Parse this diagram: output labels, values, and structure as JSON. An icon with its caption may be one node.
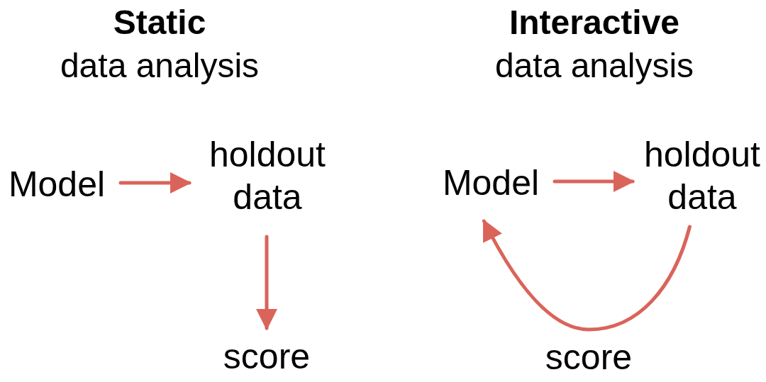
{
  "diagram": {
    "nodes": [
      {
        "text": [
          "Model"
        ]
      },
      {
        "text": [
          "holdout data"
        ]
      },
      {
        "text": [
          "score"
        ]
      },
      {
        "text": [
          "Model"
        ]
      },
      {
        "text": [
          "holdout data"
        ]
      }
    ],
    "edges": [
      {
        "from": 0,
        "to": 1,
        "arrow": "to"
      },
      {
        "from": 1,
        "to": 2,
        "arrow": "to"
      },
      {
        "from": 3,
        "to": 4,
        "arrow": "to"
      },
      {
        "from": 4,
        "to": 3,
        "arrow": "to",
        "label": "score"
      }
    ],
    "labels": [
      "Static",
      "data analysis",
      "Interactive",
      "data analysis"
    ]
  }
}
